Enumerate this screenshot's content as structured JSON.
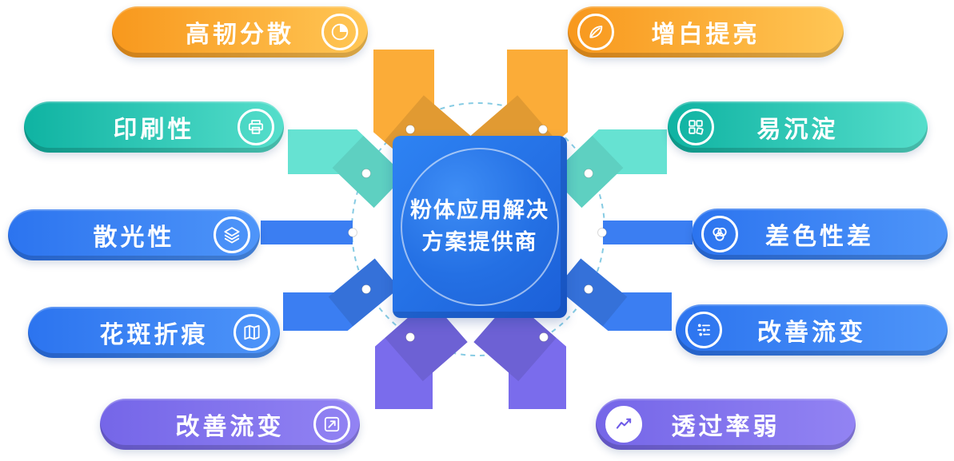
{
  "center": {
    "line1": "粉体应用解决",
    "line2": "方案提供商"
  },
  "left_items": [
    {
      "label": "高韧分散",
      "icon": "pie-chart-icon",
      "color": "#F8A022"
    },
    {
      "label": "印刷性",
      "icon": "print-icon",
      "color": "#17BCAB"
    },
    {
      "label": "散光性",
      "icon": "layers-icon",
      "color": "#2F7BF2"
    },
    {
      "label": "花斑折痕",
      "icon": "map-icon",
      "color": "#2F7BF2"
    },
    {
      "label": "改善流变",
      "icon": "trend-box-icon",
      "color": "#7A6BEA"
    }
  ],
  "right_items": [
    {
      "label": "增白提亮",
      "icon": "leaf-icon",
      "color": "#F8A022"
    },
    {
      "label": "易沉淀",
      "icon": "puzzle-icon",
      "color": "#17BCAB"
    },
    {
      "label": "差色性差",
      "icon": "color-circles-icon",
      "color": "#2F7BF2"
    },
    {
      "label": "改善流变",
      "icon": "flow-adjust-icon",
      "color": "#2F7BF2"
    },
    {
      "label": "透过率弱",
      "icon": "line-chart-icon",
      "color": "#7A6BEA"
    }
  ],
  "palette": {
    "orange": "#F8A022",
    "teal": "#17BCAB",
    "blue": "#2F7BF2",
    "purple": "#7A6BEA",
    "center_blue": "#1F66DB",
    "dashed_ring": "#86CBE3"
  }
}
